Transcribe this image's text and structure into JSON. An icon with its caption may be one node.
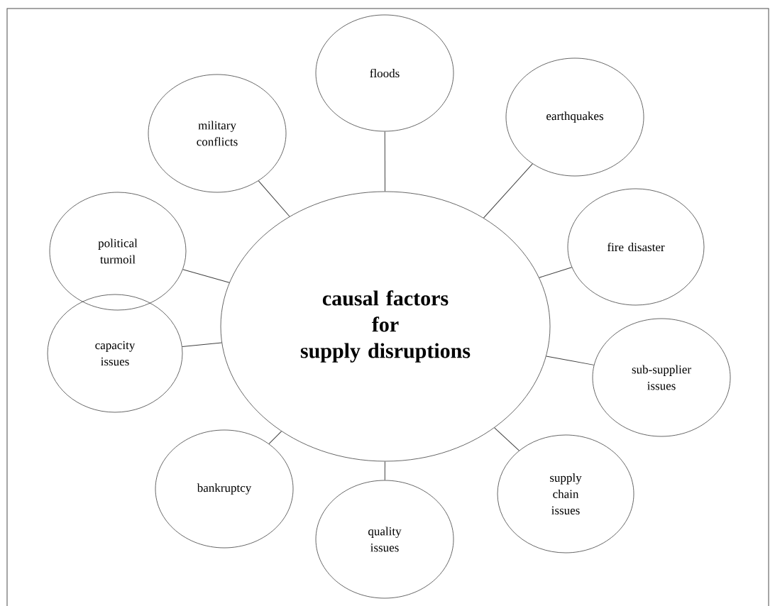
{
  "diagram": {
    "nodes": [
      {
        "text": [
          "causal factors for supply disruptions"
        ]
      },
      {
        "text": [
          "floods"
        ]
      },
      {
        "text": [
          "earthquakes"
        ]
      },
      {
        "text": [
          "fire disaster"
        ]
      },
      {
        "text": [
          "sub-supplier issues"
        ]
      },
      {
        "text": [
          "supply chain issues"
        ]
      },
      {
        "text": [
          "quality issues"
        ]
      },
      {
        "text": [
          "bankruptcy"
        ]
      },
      {
        "text": [
          "capacity issues"
        ]
      },
      {
        "text": [
          "political turmoil"
        ]
      },
      {
        "text": [
          "military conflicts"
        ]
      }
    ],
    "edges": [
      {
        "from": 0,
        "to": 1,
        "arrow": "none"
      },
      {
        "from": 0,
        "to": 2,
        "arrow": "none"
      },
      {
        "from": 0,
        "to": 3,
        "arrow": "none"
      },
      {
        "from": 0,
        "to": 4,
        "arrow": "none"
      },
      {
        "from": 0,
        "to": 5,
        "arrow": "none"
      },
      {
        "from": 0,
        "to": 6,
        "arrow": "none"
      },
      {
        "from": 0,
        "to": 7,
        "arrow": "none"
      },
      {
        "from": 0,
        "to": 8,
        "arrow": "none"
      },
      {
        "from": 0,
        "to": 9,
        "arrow": "none"
      },
      {
        "from": 0,
        "to": 10,
        "arrow": "none"
      }
    ]
  }
}
